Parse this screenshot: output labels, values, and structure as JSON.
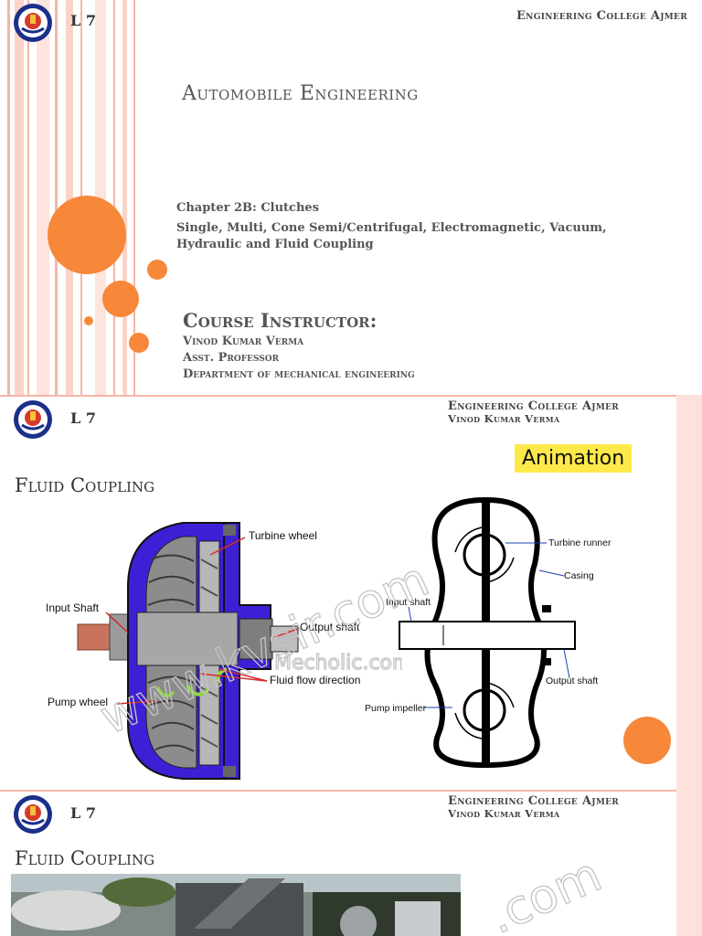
{
  "header": {
    "lecture": "L 7",
    "college": "Engineering College Ajmer",
    "instructor_short": "Vinod Kumar Verma"
  },
  "slide1": {
    "title": "Automobile Engineering",
    "chapter": "Chapter 2B: Clutches",
    "topics_line1": "Single, Multi, Cone Semi/Centrifugal, Electromagnetic, Vacuum,",
    "topics_line2": "Hydraulic and Fluid Coupling",
    "instructor_heading": "Course Instructor:",
    "instructor_name": "Vinod Kumar Verma",
    "instructor_title": "Asst. Professor",
    "instructor_dept": "Department of mechanical engineering"
  },
  "slide2": {
    "heading": "Fluid Coupling",
    "animation_label": "Animation",
    "left_diagram": {
      "turbine": "Turbine wheel",
      "input": "Input Shaft",
      "output": "Output shaft",
      "flow": "Fluid flow direction",
      "pump": "Pump wheel",
      "site_watermark": "Mecholic.com"
    },
    "right_diagram": {
      "turbine_runner": "Turbine runner",
      "casing": "Casing",
      "input_shaft": "Input shaft",
      "output_shaft": "Output shaft",
      "pump_impeller": "Pump impeller"
    },
    "watermark": "www.kvsir.com"
  },
  "slide3": {
    "heading": "Fluid Coupling",
    "watermark": ".com"
  },
  "colors": {
    "accent_orange": "#f7883a",
    "stripe_pink": "#f6b6a6",
    "highlight_yellow": "#ffe94a",
    "diagram_purple": "#3d1fd6"
  }
}
